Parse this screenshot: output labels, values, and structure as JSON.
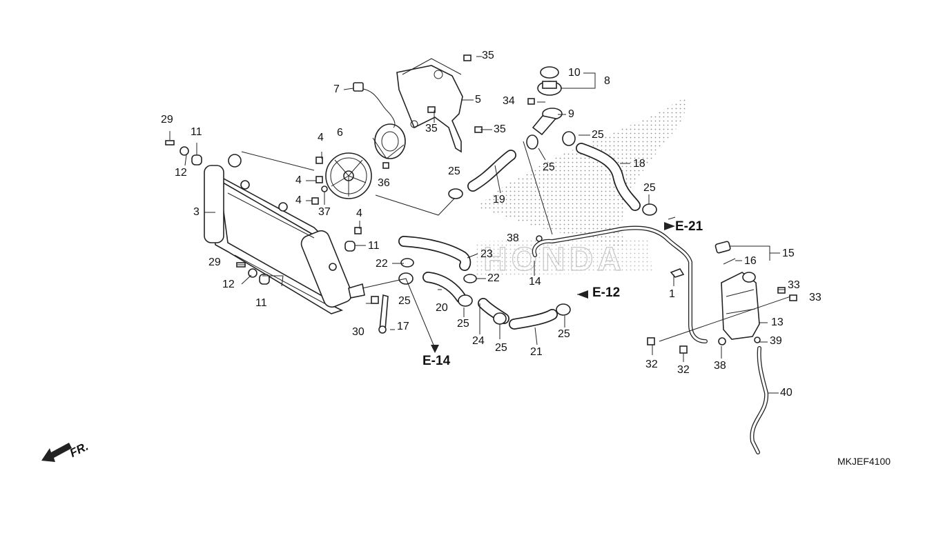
{
  "diagram_code": "MKJEF4100",
  "front_marker": "FR.",
  "references": [
    {
      "id": "ref-e21",
      "text": "E-21"
    },
    {
      "id": "ref-e12",
      "text": "E-12"
    },
    {
      "id": "ref-e14",
      "text": "E-14"
    }
  ],
  "callouts": [
    {
      "text": "1"
    },
    {
      "text": "3"
    },
    {
      "text": "4"
    },
    {
      "text": "4"
    },
    {
      "text": "4"
    },
    {
      "text": "4"
    },
    {
      "text": "5"
    },
    {
      "text": "6"
    },
    {
      "text": "7"
    },
    {
      "text": "8"
    },
    {
      "text": "9"
    },
    {
      "text": "10"
    },
    {
      "text": "11"
    },
    {
      "text": "11"
    },
    {
      "text": "11"
    },
    {
      "text": "12"
    },
    {
      "text": "12"
    },
    {
      "text": "13"
    },
    {
      "text": "14"
    },
    {
      "text": "15"
    },
    {
      "text": "16"
    },
    {
      "text": "17"
    },
    {
      "text": "18"
    },
    {
      "text": "19"
    },
    {
      "text": "20"
    },
    {
      "text": "21"
    },
    {
      "text": "22"
    },
    {
      "text": "22"
    },
    {
      "text": "23"
    },
    {
      "text": "24"
    },
    {
      "text": "25"
    },
    {
      "text": "25"
    },
    {
      "text": "25"
    },
    {
      "text": "25"
    },
    {
      "text": "25"
    },
    {
      "text": "25"
    },
    {
      "text": "25"
    },
    {
      "text": "25"
    },
    {
      "text": "29"
    },
    {
      "text": "29"
    },
    {
      "text": "30"
    },
    {
      "text": "32"
    },
    {
      "text": "32"
    },
    {
      "text": "33"
    },
    {
      "text": "33"
    },
    {
      "text": "34"
    },
    {
      "text": "35"
    },
    {
      "text": "35"
    },
    {
      "text": "35"
    },
    {
      "text": "36"
    },
    {
      "text": "37"
    },
    {
      "text": "38"
    },
    {
      "text": "38"
    },
    {
      "text": "39"
    },
    {
      "text": "40"
    }
  ]
}
